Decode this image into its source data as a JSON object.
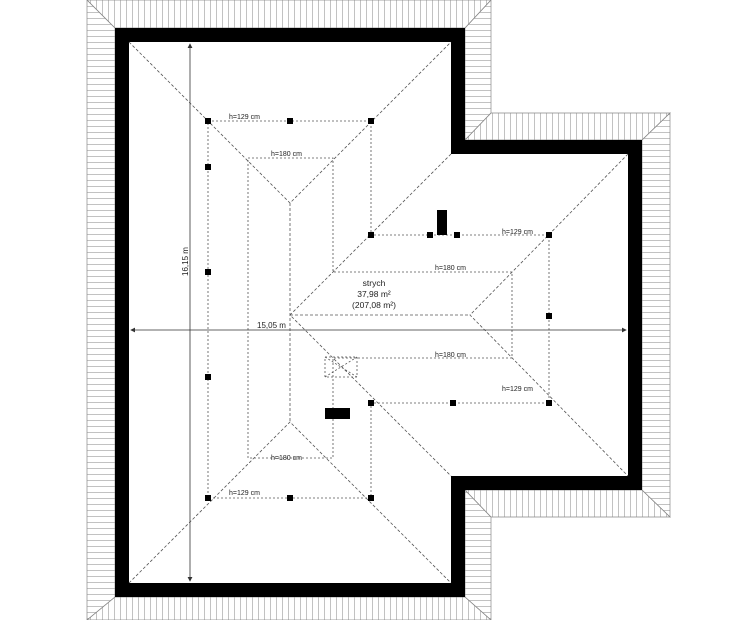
{
  "plan": {
    "room_name": "strych",
    "room_area": "37,98 m²",
    "room_area_total": "(207,08 m²)",
    "dimension_vertical": "16,15 m",
    "dimension_horizontal": "15,05 m",
    "height_labels": {
      "top_129": "h=129 cm",
      "top_180": "h=180 cm",
      "wing_top_129": "h=129 cm",
      "wing_top_180": "h=180 cm",
      "wing_bottom_180": "h=180 cm",
      "wing_bottom_129": "h=129 cm",
      "bottom_180": "h=180 cm",
      "bottom_129": "h=129 cm"
    }
  }
}
